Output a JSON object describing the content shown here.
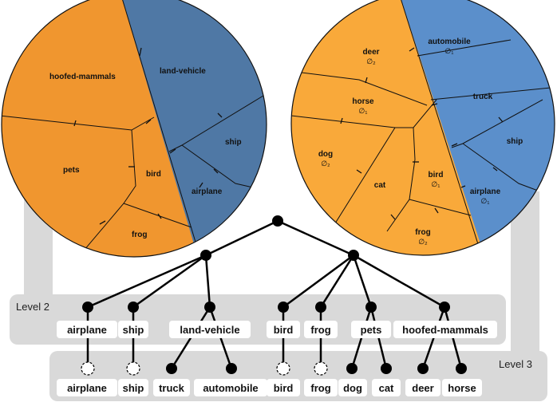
{
  "colors": {
    "orange_left": "#F0962F",
    "blue_left": "#4F78A5",
    "orange_right": "#F9A93A",
    "blue_right": "#5B8FCB",
    "band": "#D9D9D9",
    "node": "#000000",
    "edge": "#000000",
    "label_bg": "#FFFFFF"
  },
  "levels": {
    "level2": "Level 2",
    "level3": "Level 3"
  },
  "left_diagram": {
    "cells": {
      "hoofed_mammals": "hoofed-mammals",
      "land_vehicle": "land-vehicle",
      "pets": "pets",
      "bird": "bird",
      "frog": "frog",
      "ship": "ship",
      "airplane": "airplane"
    }
  },
  "right_diagram": {
    "cells": {
      "deer": {
        "label": "deer",
        "sub": "∅₂"
      },
      "automobile": {
        "label": "automobile",
        "sub": "∅₁"
      },
      "horse": {
        "label": "horse",
        "sub": "∅₁"
      },
      "truck": {
        "label": "truck",
        "sub": ""
      },
      "dog": {
        "label": "dog",
        "sub": "∅₂"
      },
      "cat": {
        "label": "cat",
        "sub": ""
      },
      "bird": {
        "label": "bird",
        "sub": "∅₁"
      },
      "ship": {
        "label": "ship",
        "sub": ""
      },
      "airplane": {
        "label": "airplane",
        "sub": "∅₁"
      },
      "frog": {
        "label": "frog",
        "sub": "∅₂"
      }
    }
  },
  "tree": {
    "level2": {
      "airplane": "airplane",
      "ship": "ship",
      "land_vehicle": "land-vehicle",
      "bird": "bird",
      "frog": "frog",
      "pets": "pets",
      "hoofed_mammals": "hoofed-mammals"
    },
    "level3": {
      "airplane": "airplane",
      "ship": "ship",
      "truck": "truck",
      "automobile": "automobile",
      "bird": "bird",
      "frog": "frog",
      "dog": "dog",
      "cat": "cat",
      "deer": "deer",
      "horse": "horse"
    }
  }
}
